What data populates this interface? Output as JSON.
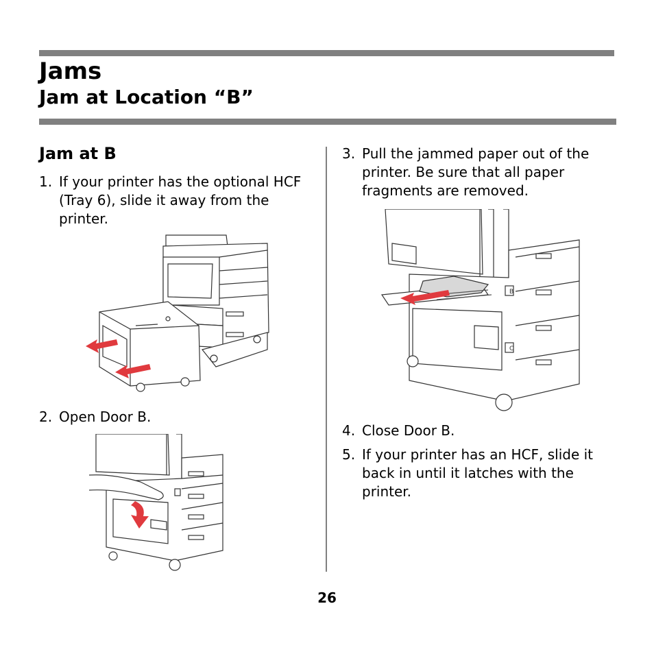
{
  "header": {
    "title": "Jams",
    "subtitle": "Jam at Location “B”"
  },
  "section": {
    "heading": "Jam at B"
  },
  "steps": [
    {
      "num": "1.",
      "lines": [
        "If your printer has the optional HCF",
        "(Tray 6), slide it away from the",
        "printer."
      ]
    },
    {
      "num": "2.",
      "lines": [
        "Open Door B."
      ]
    },
    {
      "num": "3.",
      "lines": [
        "Pull the jammed paper out of the",
        "printer. Be sure that all paper",
        "fragments are removed."
      ]
    },
    {
      "num": "4.",
      "lines": [
        "Close Door B."
      ]
    },
    {
      "num": "5.",
      "lines": [
        "If your printer has an HCF, slide it",
        "back in until it latches with the",
        "printer."
      ]
    }
  ],
  "door_labels": {
    "b": "B",
    "c": "C"
  },
  "footer": {
    "page_number": "26"
  },
  "colors": {
    "rule": "#808080",
    "arrow": "#e03a3e",
    "line_art": "#333333"
  }
}
